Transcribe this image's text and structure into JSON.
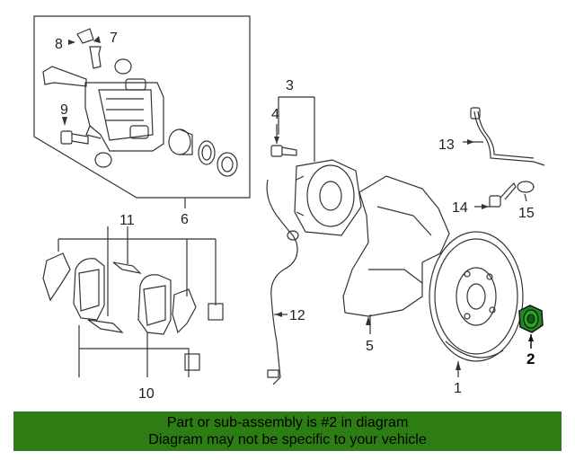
{
  "callouts": {
    "c1": "1",
    "c2": "2",
    "c3": "3",
    "c4": "4",
    "c5": "5",
    "c6": "6",
    "c7": "7",
    "c8": "8",
    "c9": "9",
    "c10": "10",
    "c11": "11",
    "c12": "12",
    "c13": "13",
    "c14": "14",
    "c15": "15"
  },
  "highlighted_part": "2",
  "colors": {
    "banner": "#2e7d14",
    "highlight": "#1f8a1f",
    "line": "#333333"
  },
  "banner": {
    "line1": "Part or sub-assembly is #2 in diagram",
    "line2": "Diagram may not be specific to your vehicle"
  }
}
